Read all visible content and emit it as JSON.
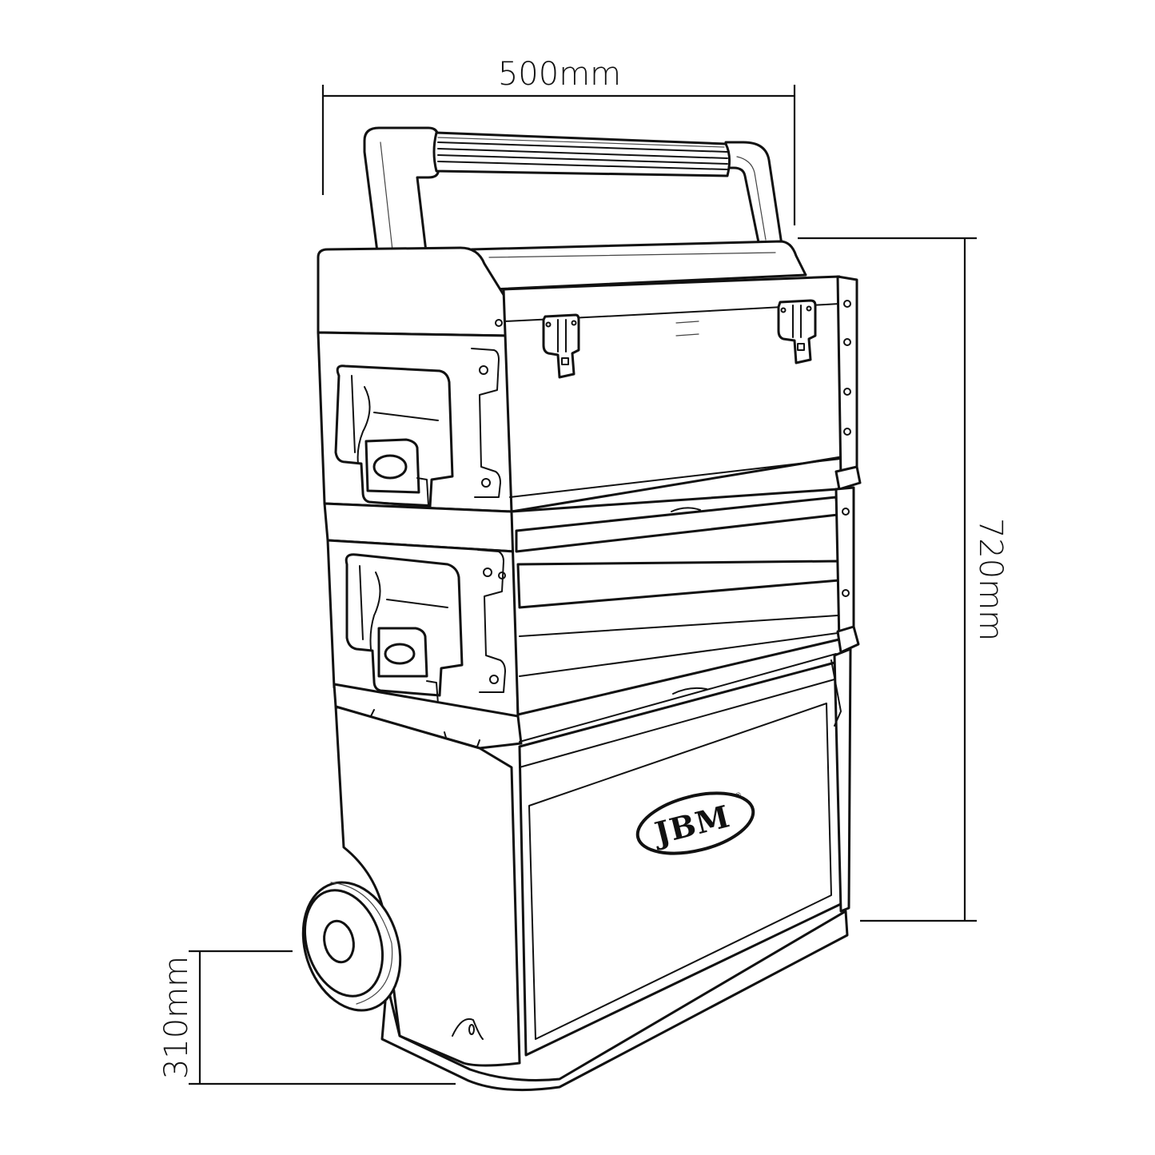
{
  "diagram": {
    "subject": "Mobile tool trolley with 3 stacked modules, telescopic handle and wheels",
    "brand": {
      "logo_text": "JBM",
      "registered_mark": "®"
    },
    "dimensions": {
      "width": {
        "label": "500mm",
        "orientation": "horizontal",
        "position": "top"
      },
      "height": {
        "label": "720mm",
        "orientation": "vertical",
        "position": "right"
      },
      "depth": {
        "label": "310mm",
        "orientation": "vertical",
        "position": "bottom-left"
      }
    },
    "components": [
      "telescopic-handle",
      "top-tray-with-lid",
      "lid-latch-left",
      "lid-latch-right",
      "middle-drawer-upper",
      "middle-drawer-lower",
      "bottom-storage-bin",
      "side-clamp-top",
      "side-clamp-middle",
      "wheel"
    ],
    "colors": {
      "line": "#111111",
      "background": "#ffffff"
    }
  }
}
